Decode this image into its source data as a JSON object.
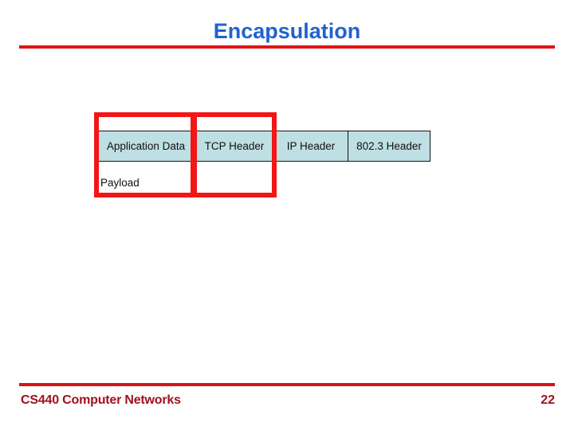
{
  "slide": {
    "title": "Encapsulation",
    "title_color": "#1F63CE",
    "background_color": "#FFFFFF",
    "rule_color": "#E01414"
  },
  "diagram": {
    "name": "encapsulation-packet-diagram",
    "header_fill_color": "#BEDFE3",
    "outline_color": "#121212",
    "highlight_box_color": "#F21616",
    "cells": [
      {
        "label": "Application Data"
      },
      {
        "label": "TCP Header"
      },
      {
        "label": "IP Header"
      },
      {
        "label": "802.3 Header"
      }
    ],
    "payload_label": "Payload"
  },
  "footer": {
    "course": "CS440 Computer Networks",
    "page_number": "22",
    "color": "#A0101E"
  }
}
